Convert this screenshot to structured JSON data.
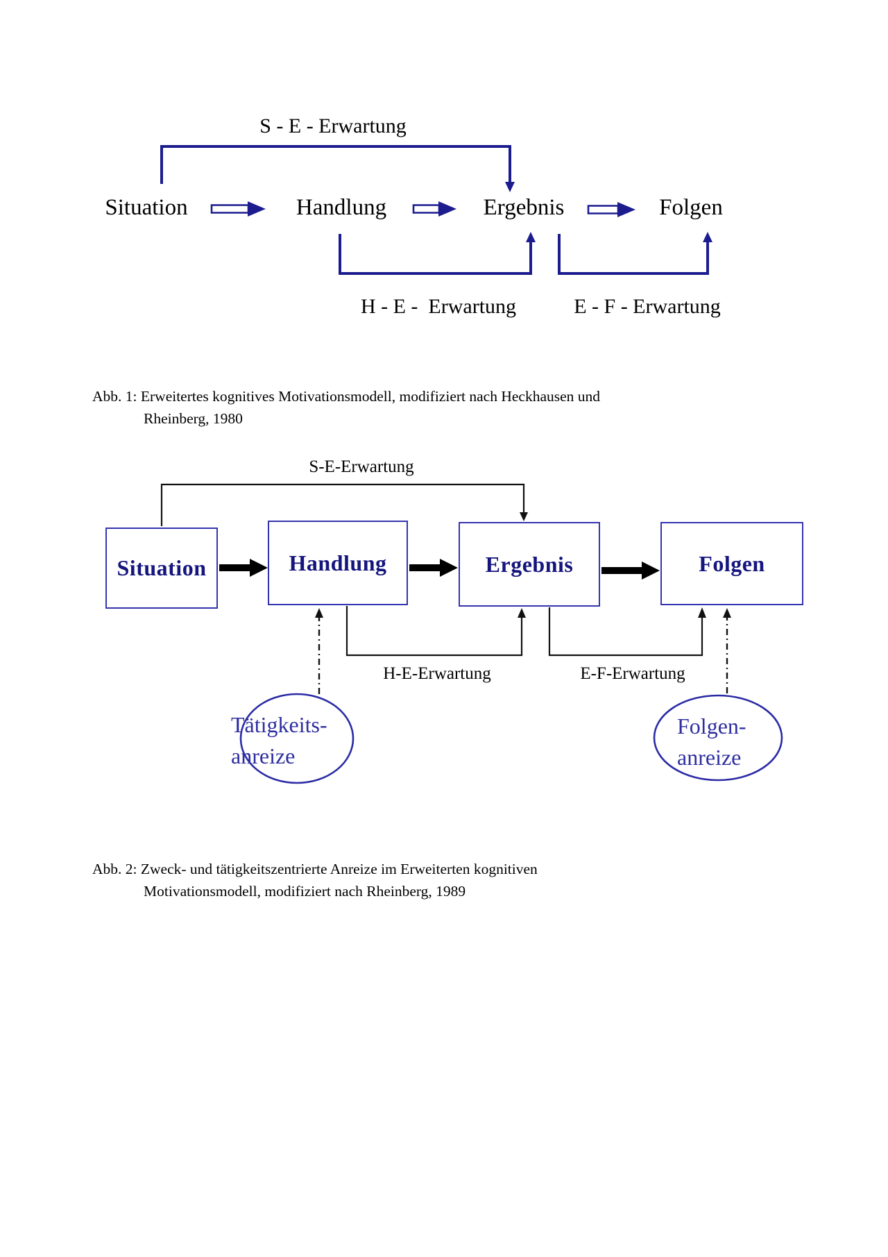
{
  "colors": {
    "navy": "#1c1c8f",
    "line_black": "#111111",
    "box_border": "#3333b0",
    "box_text": "#15157e",
    "ellipse_border": "#2b2ba6",
    "ellipse_text": "#2e2ea0",
    "text_black": "#000000",
    "background": "#ffffff"
  },
  "figure1": {
    "expectancy_top_label": "S - E - Erwartung",
    "nodes": [
      "Situation",
      "Handlung",
      "Ergebnis",
      "Folgen"
    ],
    "he_label": "H - E -  Erwartung",
    "ef_label": "E - F - Erwartung"
  },
  "caption1": {
    "line1": "Abb. 1: Erweitertes kognitives Motivationsmodell, modifiziert nach Heckhausen und",
    "line2": "Rheinberg, 1980"
  },
  "figure2": {
    "expectancy_top_label": "S-E-Erwartung",
    "boxes": [
      "Situation",
      "Handlung",
      "Ergebnis",
      "Folgen"
    ],
    "he_label": "H-E-Erwartung",
    "ef_label": "E-F-Erwartung",
    "ellipse_left": {
      "line1": "Tätigkeits-",
      "line2": "anreize"
    },
    "ellipse_right": {
      "line1": "Folgen-",
      "line2": "anreize"
    }
  },
  "caption2": {
    "line1": "Abb. 2: Zweck- und tätigkeitszentrierte Anreize im Erweiterten kognitiven",
    "line2": "Motivationsmodell, modifiziert nach Rheinberg, 1989"
  }
}
